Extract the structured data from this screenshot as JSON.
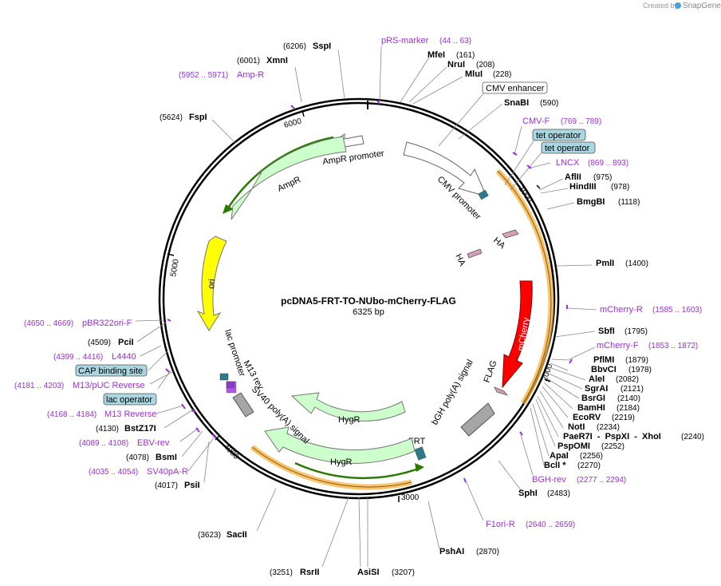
{
  "credit": {
    "prefix": "Created by",
    "brand": "SnapGene"
  },
  "plasmid": {
    "name": "pcDNA5-FRT-TO-NUbo-mCherry-FLAG",
    "size": "6325 bp",
    "length": 6325
  },
  "ticks": [
    "1000",
    "2000",
    "3000",
    "4000",
    "5000",
    "6000"
  ],
  "colors": {
    "primer": "#9b30d9",
    "backbone": "#000000",
    "orf_fill": "#ccffcc",
    "promoter_fill": "#ffffff",
    "mcherry": "#ff0000",
    "ori": "#ffff00",
    "polyA": "#a6a6a6",
    "misc": "#2c7a8a",
    "highlight": "#f5b041",
    "box_fill": "#a9d6e0"
  },
  "features": {
    "ampr_promoter": "AmpR promoter",
    "ampr": "AmpR",
    "cmv_promoter": "CMV promoter",
    "ha1": "HA",
    "ha2": "HA",
    "mcherry": "mCherry",
    "flag": "FLAG",
    "bgh": "bGH poly(A) signal",
    "frt": "FRT",
    "hygr1": "HygR",
    "hygr2": "HygR",
    "sv40": "SV40 poly(A) signal",
    "ori": "ori",
    "lac_promoter": "lac promoter",
    "m13rev": "M13 rev"
  },
  "boxes": {
    "cmv_enhancer": "CMV enhancer",
    "tet1": "tet operator",
    "tet2": "tet operator",
    "cap": "CAP binding site",
    "lac_operator": "lac operator"
  },
  "enzymes": [
    {
      "name": "SspI",
      "pos": "(6206)"
    },
    {
      "name": "XmnI",
      "pos": "(6001)"
    },
    {
      "name": "FspI",
      "pos": "(5624)"
    },
    {
      "name": "MfeI",
      "pos": "(161)"
    },
    {
      "name": "NruI",
      "pos": "(208)"
    },
    {
      "name": "MluI",
      "pos": "(228)"
    },
    {
      "name": "SnaBI",
      "pos": "(590)"
    },
    {
      "name": "AflII",
      "pos": "(975)"
    },
    {
      "name": "HindIII",
      "pos": "(978)"
    },
    {
      "name": "BmgBI",
      "pos": "(1118)"
    },
    {
      "name": "PmlI",
      "pos": "(1400)"
    },
    {
      "name": "SbfI",
      "pos": "(1795)"
    },
    {
      "name": "PflMI",
      "pos": "(1879)"
    },
    {
      "name": "BbvCI",
      "pos": "(1978)"
    },
    {
      "name": "AleI",
      "pos": "(2082)"
    },
    {
      "name": "SgrAI",
      "pos": "(2121)"
    },
    {
      "name": "BsrGI",
      "pos": "(2140)"
    },
    {
      "name": "BamHI",
      "pos": "(2184)"
    },
    {
      "name": "EcoRV",
      "pos": "(2219)"
    },
    {
      "name": "NotI",
      "pos": "(2234)"
    },
    {
      "name": "PaeR7I  -  PspXI  -  XhoI",
      "pos": "(2240)"
    },
    {
      "name": "PspOMI",
      "pos": "(2252)"
    },
    {
      "name": "ApaI",
      "pos": "(2256)"
    },
    {
      "name": "BclI *",
      "pos": "(2270)"
    },
    {
      "name": "SphI",
      "pos": "(2483)"
    },
    {
      "name": "PshAI",
      "pos": "(2870)"
    },
    {
      "name": "AsiSI",
      "pos": "(3207)"
    },
    {
      "name": "RsrII",
      "pos": "(3251)"
    },
    {
      "name": "SacII",
      "pos": "(3623)"
    },
    {
      "name": "PsiI",
      "pos": "(4017)"
    },
    {
      "name": "BsmI",
      "pos": "(4078)"
    },
    {
      "name": "BstZ17I",
      "pos": "(4130)"
    },
    {
      "name": "PciI",
      "pos": "(4509)"
    }
  ],
  "primers": [
    {
      "name": "pRS-marker",
      "pos": "(44 .. 63)"
    },
    {
      "name": "Amp-R",
      "pos": "(5952 .. 5971)"
    },
    {
      "name": "CMV-F",
      "pos": "(769 .. 789)"
    },
    {
      "name": "LNCX",
      "pos": "(869 .. 893)"
    },
    {
      "name": "mCherry-R",
      "pos": "(1585 .. 1603)"
    },
    {
      "name": "mCherry-F",
      "pos": "(1853 .. 1872)"
    },
    {
      "name": "BGH-rev",
      "pos": "(2277 .. 2294)"
    },
    {
      "name": "F1ori-R",
      "pos": "(2640 .. 2659)"
    },
    {
      "name": "pBR322ori-F",
      "pos": "(4650 .. 4669)"
    },
    {
      "name": "L4440",
      "pos": "(4399 .. 4416)"
    },
    {
      "name": "M13/pUC Reverse",
      "pos": "(4181 .. 4203)"
    },
    {
      "name": "M13 Reverse",
      "pos": "(4168 .. 4184)"
    },
    {
      "name": "EBV-rev",
      "pos": "(4089 .. 4108)"
    },
    {
      "name": "SV40pA-R",
      "pos": "(4035 .. 4054)"
    }
  ]
}
